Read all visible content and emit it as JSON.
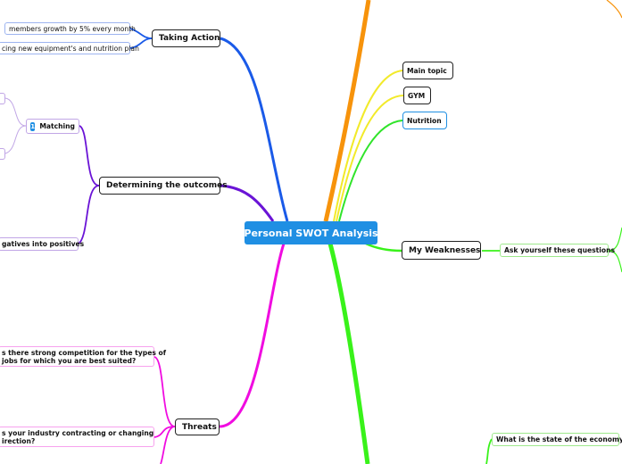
{
  "root": {
    "label": "Personal SWOT Analysis"
  },
  "branches": {
    "taking_action": {
      "label": "Taking Action",
      "children": [
        "members growth by 5% every month",
        "cing new equipment's and nutrition plan"
      ]
    },
    "determining_outcomes": {
      "label": "Determining the outcomes",
      "matching": {
        "badge": "1",
        "label": "Matching"
      },
      "negatives": "gatives into positives"
    },
    "threats": {
      "label": "Threats",
      "children": [
        "s there strong competition for the types of\njobs for which you are best suited?",
        "s your industry contracting or changing\nirection?"
      ]
    },
    "weaknesses": {
      "label": "My Weaknesses",
      "questions": "Ask yourself these questions"
    },
    "topics": [
      "Main topic",
      "GYM",
      "Nutrition"
    ],
    "economy": "What is the state of the economy?"
  },
  "colors": {
    "root": "#1f8fe3",
    "taking_action": "#1a5ae8",
    "determining": "#6a14d6",
    "threats": "#f00ce0",
    "weaknesses": "#39f21a",
    "orange": "#f7930b",
    "yellow": "#f2ea2a",
    "green": "#30e42a"
  }
}
